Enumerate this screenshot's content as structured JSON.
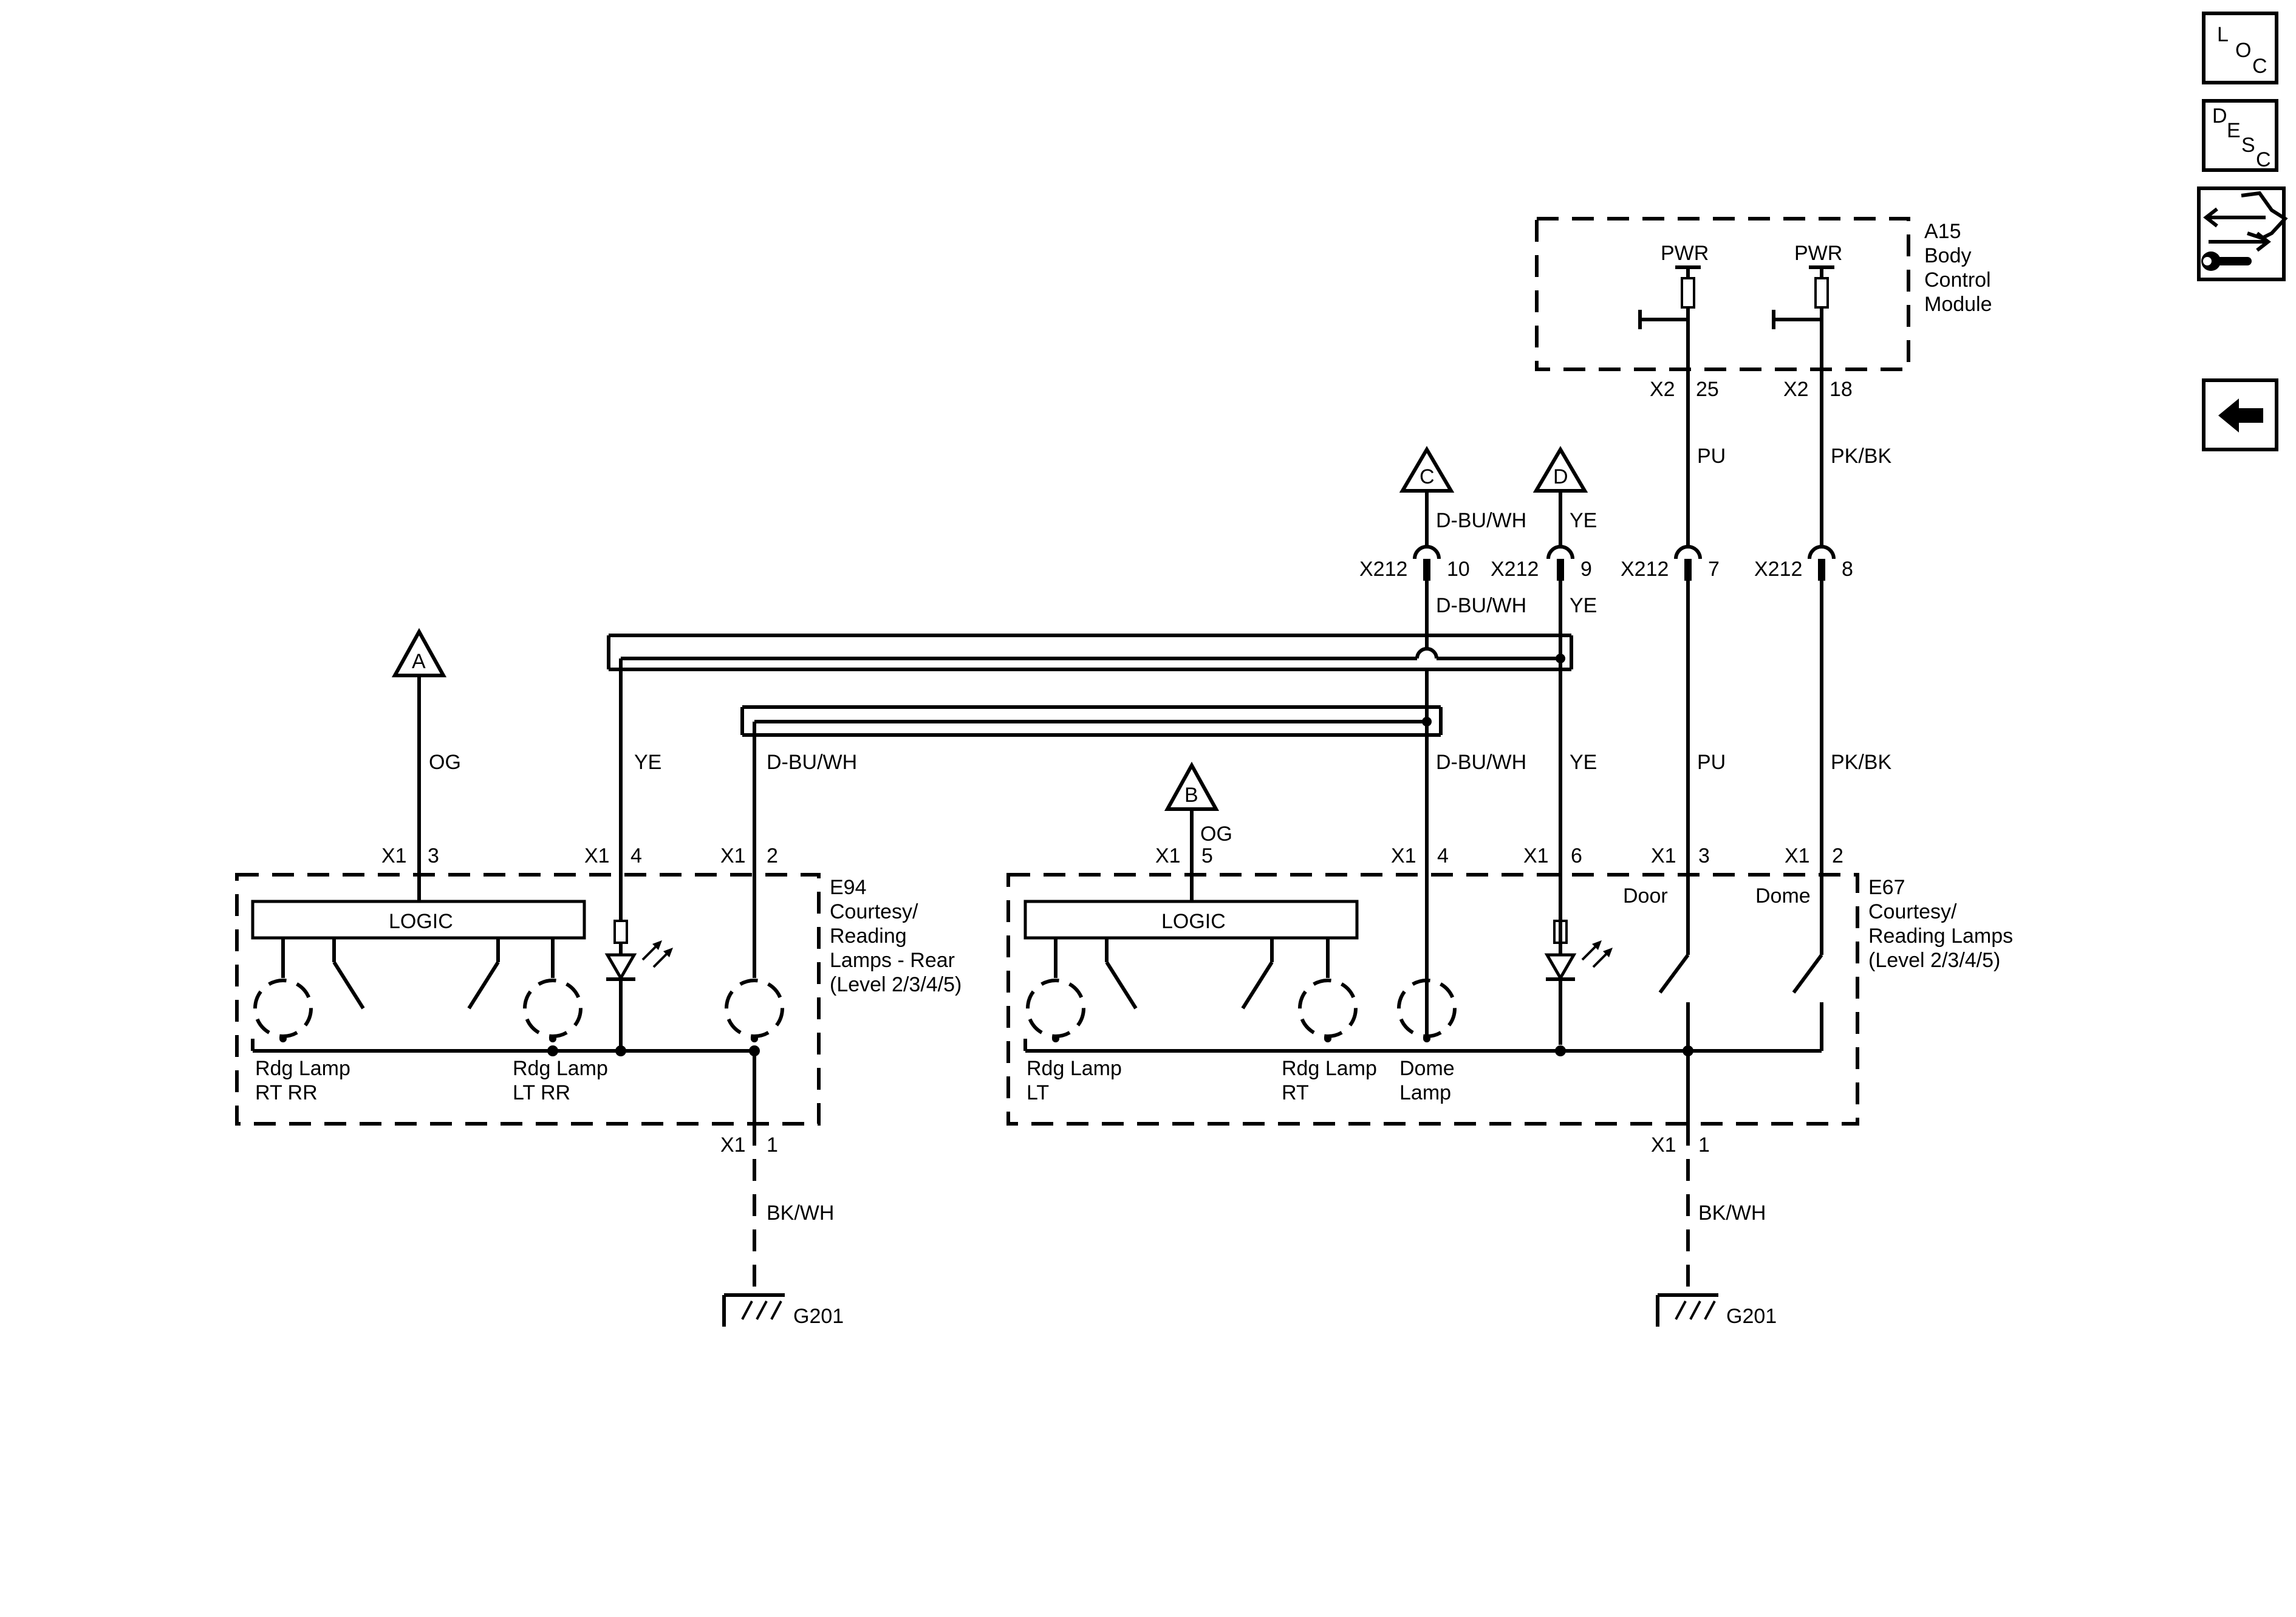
{
  "side_toolbar": {
    "loc": {
      "l": "L",
      "o": "O",
      "c": "C"
    },
    "desc": {
      "d": "D",
      "e": "E",
      "s": "S",
      "c": "C"
    },
    "tools_icon": "connector-wrench-icon",
    "back_icon": "left-arrow-icon"
  },
  "bcm": {
    "labels": [
      "A15",
      "Body",
      "Control",
      "Module"
    ],
    "pwr": "PWR"
  },
  "connectors": {
    "x1": "X1",
    "x2": "X2",
    "x212": "X212",
    "pins": {
      "bcm_pu": "25",
      "bcm_pkbk": "18",
      "x212_c": "10",
      "x212_d": "9",
      "x212_pu": "7",
      "x212_pkbk": "8",
      "e94_og": "3",
      "e94_ye": "4",
      "e94_dbu": "2",
      "e94_gnd": "1",
      "e67_og": "5",
      "e67_dbu": "4",
      "e67_ye": "6",
      "e67_door": "3",
      "e67_dome": "2",
      "e67_gnd": "1"
    }
  },
  "wires": {
    "og": "OG",
    "ye": "YE",
    "dbuwh": "D-BU/WH",
    "pu": "PU",
    "pkbk": "PK/BK",
    "bkwh": "BK/WH"
  },
  "offpage": {
    "a": "A",
    "b": "B",
    "c": "C",
    "d": "D"
  },
  "e94": {
    "labels": [
      "E94",
      "Courtesy/",
      "Reading",
      "Lamps - Rear",
      "(Level 2/3/4/5)"
    ],
    "logic": "LOGIC",
    "lamp_rt_rr": [
      "Rdg Lamp",
      "RT RR"
    ],
    "lamp_lt_rr": [
      "Rdg Lamp",
      "LT RR"
    ]
  },
  "e67": {
    "labels": [
      "E67",
      "Courtesy/",
      "Reading Lamps",
      "(Level 2/3/4/5)"
    ],
    "logic": "LOGIC",
    "lamp_lt": [
      "Rdg Lamp",
      "LT"
    ],
    "lamp_rt": [
      "Rdg Lamp",
      "RT"
    ],
    "dome_lamp": [
      "Dome",
      "Lamp"
    ],
    "door": "Door",
    "dome": "Dome"
  },
  "ground": {
    "g201": "G201"
  }
}
